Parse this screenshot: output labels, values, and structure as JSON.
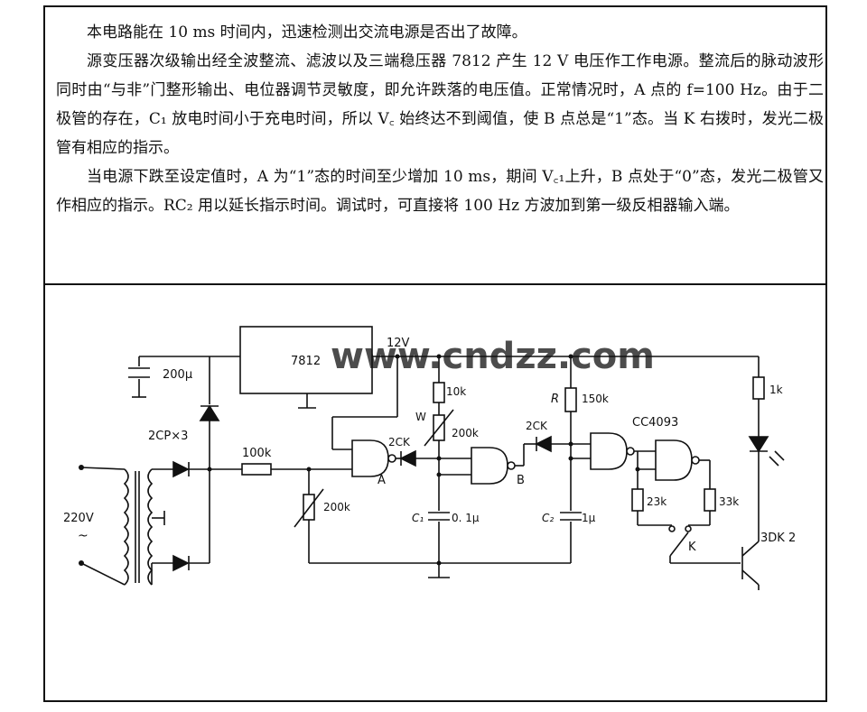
{
  "description": {
    "p1": "本电路能在 10 ms 时间内，迅速检测出交流电源是否出了故障。",
    "p2": "源变压器次级输出经全波整流、滤波以及三端稳压器 7812 产生 12 V 电压作工作电源。整流后的脉动波形同时由“与非”门整形输出、电位器调节灵敏度，即允许跌落的电压值。正常情况时，A 点的 f=100 Hz。由于二极管的存在，C₁ 放电时间小于充电时间，所以 V꜀ 始终达不到阈值，使 B 点总是“1”态。当 K 右拨时，发光二极管有相应的指示。",
    "p3": "当电源下跌至设定值时，A 为“1”态的时间至少增加 10 ms，期间 V꜀₁上升，B 点处于“0”态，发光二极管又作相应的指示。RC₂ 用以延长指示时间。调试时，可直接将 100 Hz 方波加到第一级反相器输入端。"
  },
  "schematic": {
    "watermark": "www.cndzz.com",
    "regulator": "7812",
    "supply": "12V",
    "cap_filter": "200μ",
    "diodes": "2CP×3",
    "r_input": "100k",
    "pot_sensitivity": "200k",
    "r_10k": "10k",
    "pot_w_label": "W",
    "pot_w": "200k",
    "diode_a": "2CK",
    "node_a": "A",
    "c1_label": "C₁",
    "c1_value": "0. 1μ",
    "node_b": "B",
    "diode_b": "2CK",
    "r_label": "R",
    "r_150k": "150k",
    "c2_label": "C₂",
    "c2_value": "1μ",
    "ic": "CC4093",
    "r_23k": "23k",
    "r_33k": "33k",
    "switch": "K",
    "r_1k": "1k",
    "transistor": "3DK 2",
    "mains": "220V",
    "mains_symbol": "~"
  }
}
